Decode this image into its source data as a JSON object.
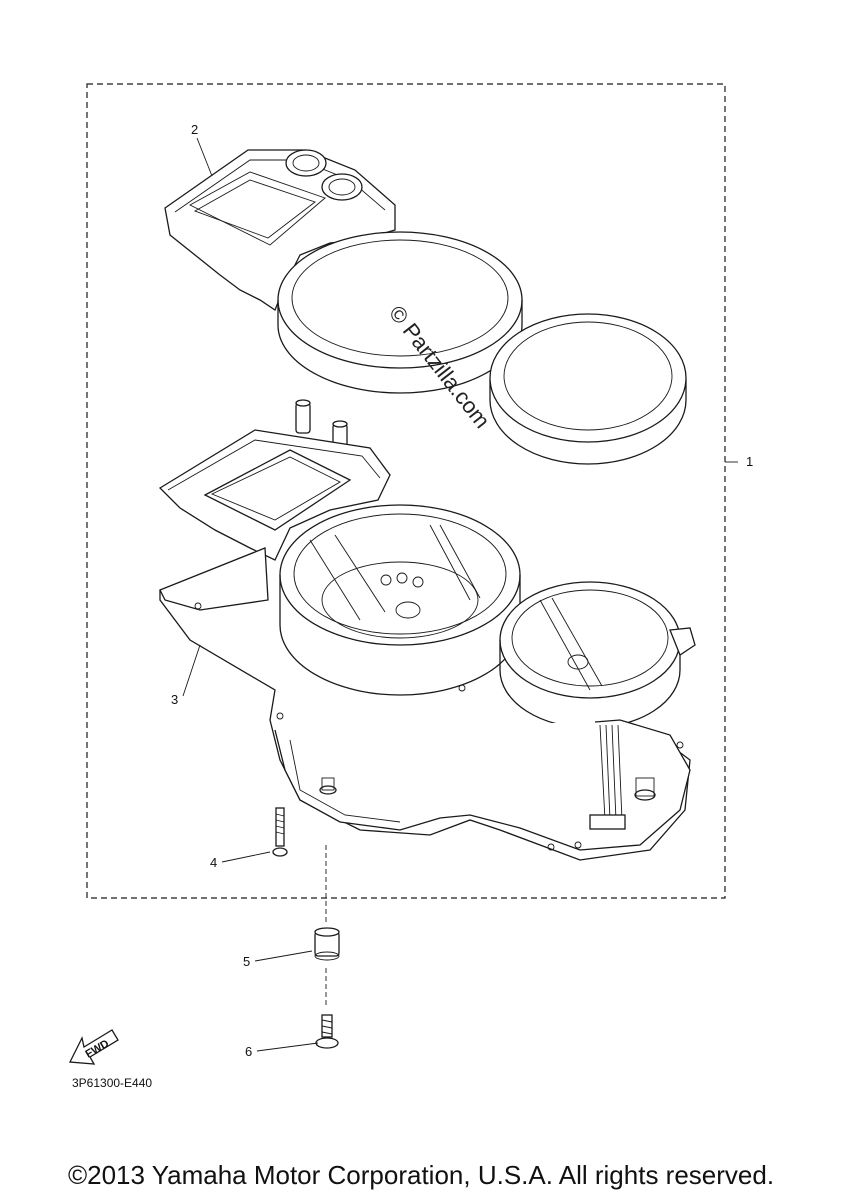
{
  "diagram_code": "3P61300-E440",
  "watermark": "© Partzilla.com",
  "fwd_label": "FWD",
  "copyright": "©2013 Yamaha Motor Corporation, U.S.A. All rights reserved.",
  "callouts": {
    "c1": "1",
    "c2": "2",
    "c3": "3",
    "c4": "4",
    "c5": "5",
    "c6": "6"
  }
}
